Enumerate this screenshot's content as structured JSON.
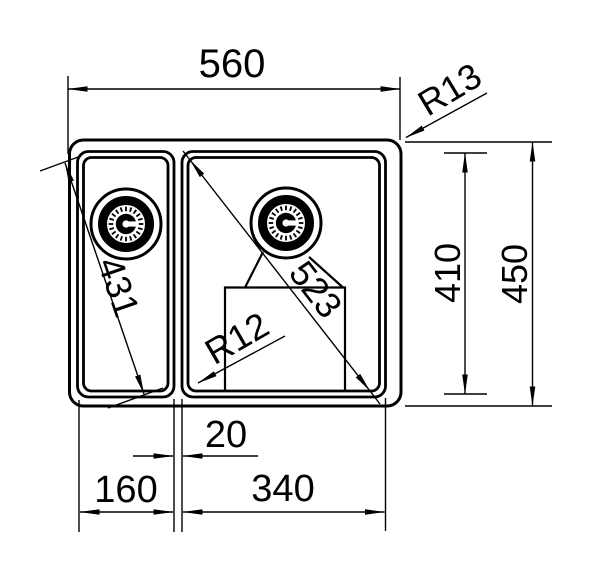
{
  "drawing": {
    "subject": "kitchen sink 1.5 bowl technical drawing, top view",
    "colors": {
      "line": "#000000",
      "background": "#ffffff"
    }
  },
  "dims": {
    "overall_width": "560",
    "overall_depth": "450",
    "bowl_depth": "410",
    "outer_corner_radius": "R13",
    "inner_corner_radius": "R12",
    "left_bowl_diagonal": "431",
    "right_bowl_diagonal": "523",
    "bowl_gap": "20",
    "left_bowl_width": "160",
    "right_bowl_width": "340"
  }
}
